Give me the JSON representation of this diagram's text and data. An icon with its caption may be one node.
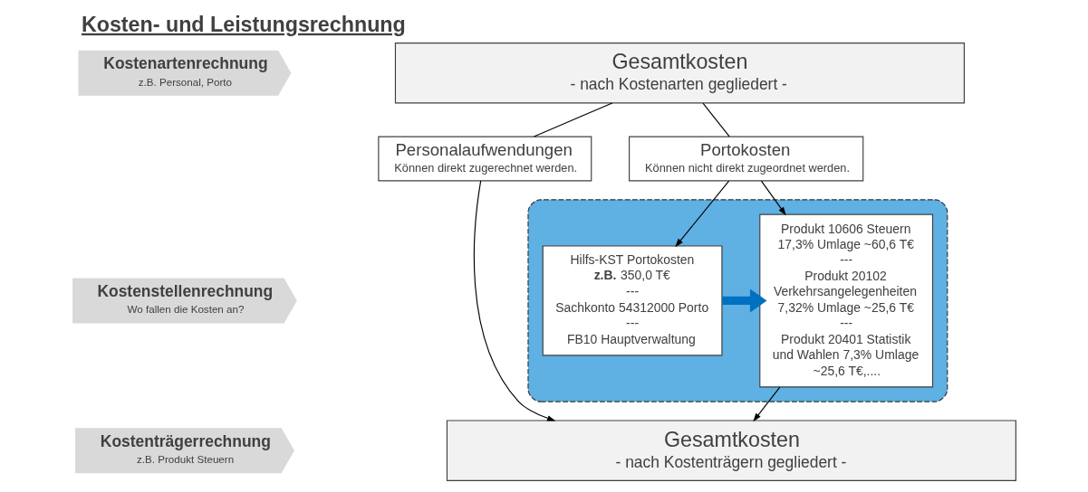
{
  "diagram": {
    "title": "Kosten- und Leistungsrechnung",
    "nodes": [
      {
        "text": [
          "Kostenartenrechnung",
          "z.B. Personal, Porto"
        ]
      },
      {
        "text": [
          "Kostenstellenrechnung",
          "Wo fallen die Kosten an?"
        ]
      },
      {
        "text": [
          "Kostenträgerrechnung",
          "z.B. Produkt Steuern"
        ]
      },
      {
        "text": [
          "Gesamtkosten",
          "- nach Kostenarten gegliedert -"
        ]
      },
      {
        "text": [
          "Personalaufwendungen",
          "Können direkt zugerechnet werden."
        ]
      },
      {
        "text": [
          "Portokosten",
          "Können nicht direkt zugeordnet werden."
        ]
      },
      {
        "text": [],
        "shape": "box"
      },
      {
        "text": [
          "Hilfs-KST Portokosten **z.B.** 350,0 T€",
          "---",
          "Sachkonto 54312000 Porto",
          "---",
          "FB10 Hauptverwaltung"
        ],
        "in": 6
      },
      {
        "text": [
          "Produkt 10606 Steuern 17,3% Umlage ~60,6 T€",
          "---",
          "Produkt 20102 Verkehrsangelegenheiten 7,32% Umlage ~25,6 T€",
          "---",
          "Produkt 20401 Statistik und Wahlen 7,3% Umlage ~25,6 T€,...."
        ],
        "in": 6
      },
      {
        "text": [
          "Gesamtkosten",
          "- nach Kostenträgern gegliedert -"
        ]
      }
    ],
    "edges": [
      {
        "from": 3,
        "to": 4,
        "arrow": "none"
      },
      {
        "from": 3,
        "to": 5,
        "arrow": "none"
      },
      {
        "from": 4,
        "to": 9,
        "arrow": "to"
      },
      {
        "from": 5,
        "to": 7,
        "arrow": "to"
      },
      {
        "from": 5,
        "to": 8,
        "arrow": "to"
      },
      {
        "from": 7,
        "to": 8,
        "arrow": "to",
        "style": "thick",
        "color": "#0070c0"
      },
      {
        "from": 8,
        "to": 9,
        "arrow": "to"
      }
    ]
  }
}
